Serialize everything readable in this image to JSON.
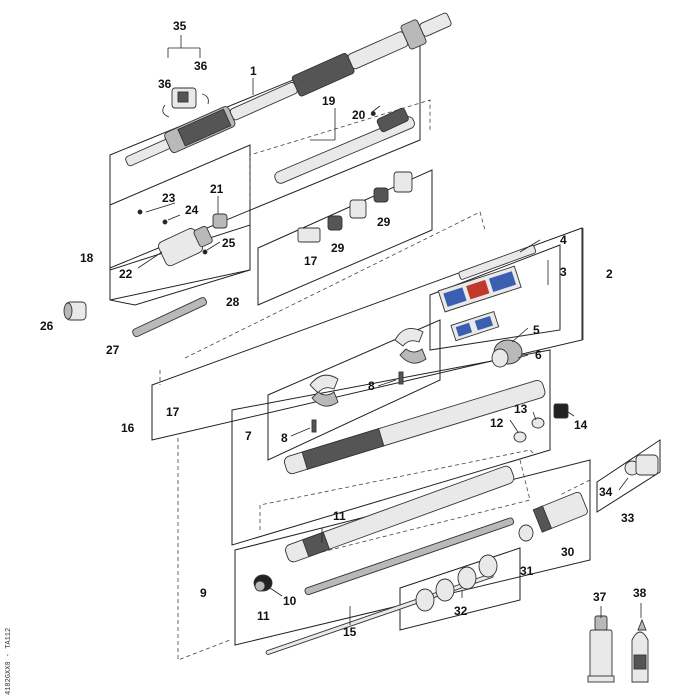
{
  "diagram": {
    "callouts": [
      {
        "id": "c1",
        "text": "1"
      },
      {
        "id": "c2",
        "text": "2"
      },
      {
        "id": "c3",
        "text": "3"
      },
      {
        "id": "c4",
        "text": "4"
      },
      {
        "id": "c5",
        "text": "5"
      },
      {
        "id": "c6",
        "text": "6"
      },
      {
        "id": "c7",
        "text": "7"
      },
      {
        "id": "c8a",
        "text": "8"
      },
      {
        "id": "c8b",
        "text": "8"
      },
      {
        "id": "c9",
        "text": "9"
      },
      {
        "id": "c10",
        "text": "10"
      },
      {
        "id": "c11a",
        "text": "11"
      },
      {
        "id": "c11b",
        "text": "11"
      },
      {
        "id": "c12",
        "text": "12"
      },
      {
        "id": "c13",
        "text": "13"
      },
      {
        "id": "c14",
        "text": "14"
      },
      {
        "id": "c15",
        "text": "15"
      },
      {
        "id": "c16",
        "text": "16"
      },
      {
        "id": "c17a",
        "text": "17"
      },
      {
        "id": "c17b",
        "text": "17"
      },
      {
        "id": "c18",
        "text": "18"
      },
      {
        "id": "c19",
        "text": "19"
      },
      {
        "id": "c20",
        "text": "20"
      },
      {
        "id": "c21",
        "text": "21"
      },
      {
        "id": "c22",
        "text": "22"
      },
      {
        "id": "c23",
        "text": "23"
      },
      {
        "id": "c24",
        "text": "24"
      },
      {
        "id": "c25",
        "text": "25"
      },
      {
        "id": "c26",
        "text": "26"
      },
      {
        "id": "c27",
        "text": "27"
      },
      {
        "id": "c28",
        "text": "28"
      },
      {
        "id": "c29a",
        "text": "29"
      },
      {
        "id": "c29b",
        "text": "29"
      },
      {
        "id": "c30",
        "text": "30"
      },
      {
        "id": "c31",
        "text": "31"
      },
      {
        "id": "c32",
        "text": "32"
      },
      {
        "id": "c33",
        "text": "33"
      },
      {
        "id": "c34",
        "text": "34"
      },
      {
        "id": "c35",
        "text": "35"
      },
      {
        "id": "c36a",
        "text": "36"
      },
      {
        "id": "c36b",
        "text": "36"
      },
      {
        "id": "c37",
        "text": "37"
      },
      {
        "id": "c38",
        "text": "38"
      }
    ],
    "side_code": "4182GXX0 - TA112"
  }
}
